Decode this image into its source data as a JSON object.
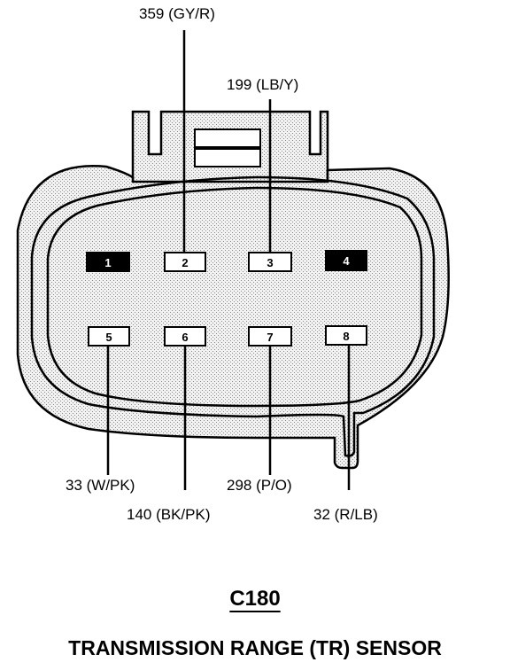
{
  "connector_id": "C180",
  "title": "TRANSMISSION RANGE (TR) SENSOR",
  "pins": [
    {
      "number": "1",
      "filled": true,
      "wire": ""
    },
    {
      "number": "2",
      "filled": false,
      "wire": "359 (GY/R)"
    },
    {
      "number": "3",
      "filled": false,
      "wire": "199 (LB/Y)"
    },
    {
      "number": "4",
      "filled": true,
      "wire": ""
    },
    {
      "number": "5",
      "filled": false,
      "wire": "33 (W/PK)"
    },
    {
      "number": "6",
      "filled": false,
      "wire": "140 (BK/PK)"
    },
    {
      "number": "7",
      "filled": false,
      "wire": "298 (P/O)"
    },
    {
      "number": "8",
      "filled": false,
      "wire": "32 (R/LB)"
    }
  ]
}
